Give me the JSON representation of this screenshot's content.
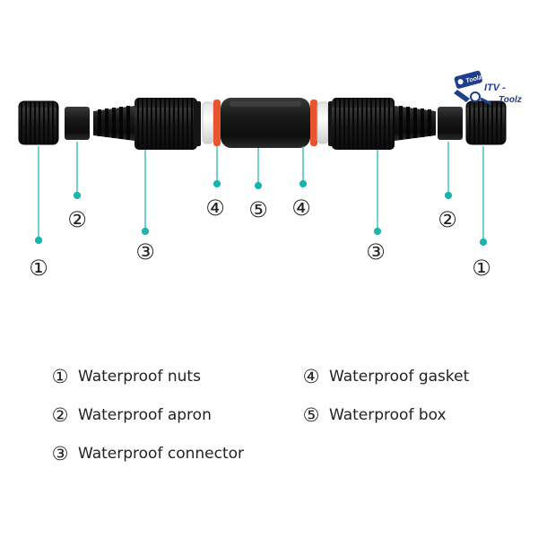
{
  "logo": {
    "line1": "ITV -",
    "line2": "Toolz",
    "badge": "Toolz",
    "color": "#1e3f8c"
  },
  "colors": {
    "accent": "#19b5ac",
    "gasket": "#e8542e",
    "body": "#1c1c1c",
    "white_part": "#f4f4f4"
  },
  "callouts": {
    "left": {
      "nut": "①",
      "apron": "②",
      "connector": "③"
    },
    "center": {
      "gasket_left": "④",
      "box": "⑤",
      "gasket_right": "④"
    },
    "right": {
      "connector": "③",
      "apron": "②",
      "nut": "①"
    }
  },
  "legend": [
    {
      "num": "①",
      "label": "Waterproof nuts"
    },
    {
      "num": "②",
      "label": "Waterproof apron"
    },
    {
      "num": "③",
      "label": "Waterproof connector"
    },
    {
      "num": "④",
      "label": "Waterproof gasket"
    },
    {
      "num": "⑤",
      "label": "Waterproof box"
    }
  ]
}
